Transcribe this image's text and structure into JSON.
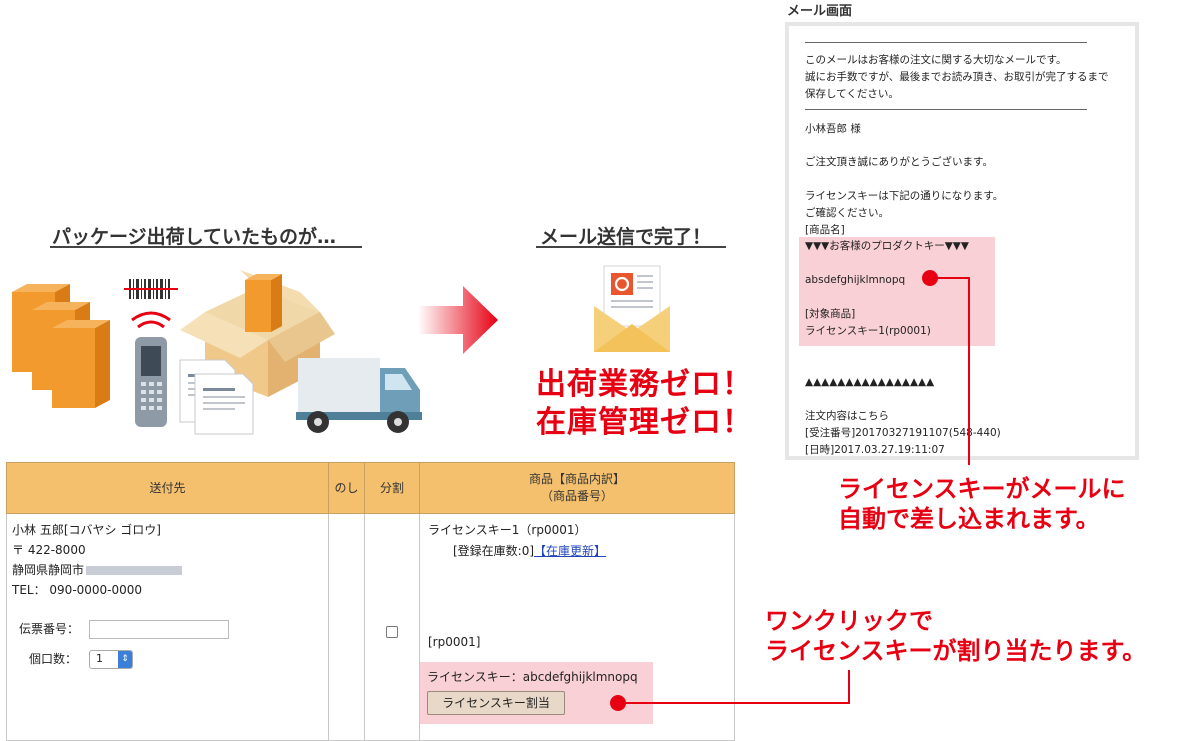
{
  "left": {
    "headline": "パッケージ出荷していたものが…"
  },
  "middle": {
    "headline": "メール送信で完了！",
    "zero_line1": "出荷業務ゼロ！",
    "zero_line2": "在庫管理ゼロ！"
  },
  "mail": {
    "title": "メール画面",
    "notice": [
      "このメールはお客様の注文に関する大切なメールです。",
      "誠にお手数ですが、最後までお読み頂き、お取引が完了するまで",
      "保存してください。"
    ],
    "customer": "小林吾郎 様",
    "thanks": "ご注文頂き誠にありがとうございます。",
    "intro": [
      "ライセンスキーは下記の通りになります。",
      "ご確認ください。",
      "[商品名]"
    ],
    "key_header": "▼▼▼お客様のプロダクトキー▼▼▼",
    "key_value": "absdefghijklmnopq",
    "target_label": "[対象商品]",
    "target_value": "ライセンスキー1(rp0001)",
    "footer_marks": "▲▲▲▲▲▲▲▲▲▲▲▲▲▲▲▲",
    "order_link": "注文内容はこちら",
    "order_number": "[受注番号]20170327191107(548-440)",
    "order_date": "[日時]2017.03.27.19:11:07"
  },
  "callouts": {
    "mail_auto": [
      "ライセンスキーがメールに",
      "自動で差し込まれます。"
    ],
    "one_click": [
      "ワンクリックで",
      "ライセンスキーが割り当たります。"
    ]
  },
  "table": {
    "headers": {
      "dest": "送付先",
      "noshi": "のし",
      "split": "分割",
      "product": "商品【商品内訳】",
      "product_sub": "（商品番号）"
    },
    "dest": {
      "name": "小林 五郎[コバヤシ ゴロウ]",
      "zip": "〒 422-8000",
      "address": "静岡県静岡市",
      "tel": "TEL： 090-0000-0000",
      "slip_label": "伝票番号：",
      "count_label": "個口数：",
      "count_value": "1"
    },
    "product": {
      "name": "ライセンスキー1（rp0001）",
      "stock": "[登録在庫数:0]",
      "stock_link": "【在庫更新】",
      "code": "[rp0001]",
      "license_label": "ライセンスキー：abcdefghijklmnopq",
      "assign_button": "ライセンスキー割当"
    }
  },
  "colors": {
    "accent_red": "#e60012",
    "table_header": "#f4c06e",
    "highlight_pink": "#f8d0d5"
  }
}
